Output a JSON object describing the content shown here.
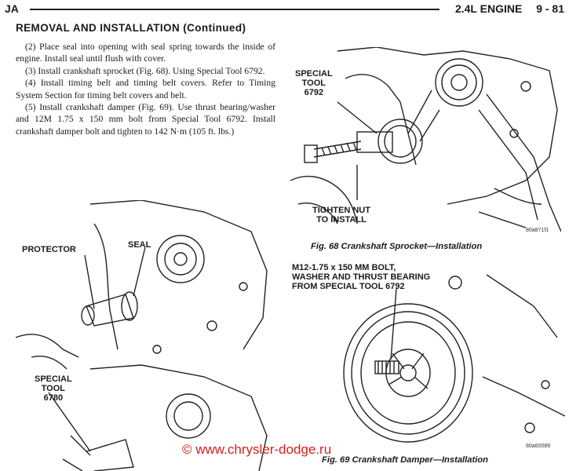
{
  "header": {
    "left": "JA",
    "engine": "2.4L ENGINE",
    "page": "9 - 81"
  },
  "section_title": "REMOVAL AND INSTALLATION (Continued)",
  "steps": [
    "(2) Place seal into opening with seal spring towards the inside of engine. Install seal until flush with cover.",
    "(3) Install crankshaft sprocket (Fig. 68). Using Special Tool 6792.",
    "(4) Install timing belt and timing belt covers. Refer to Timing System Section for timing belt covers and belt.",
    "(5) Install crankshaft damper (Fig. 69). Use thrust bearing/washer and 12M 1.75 x 150 mm bolt from Special Tool 6792. Install crankshaft damper bolt and tighten to 142 N·m (105 ft. lbs.)"
  ],
  "fig68": {
    "caption": "Fig. 68 Crankshaft Sprocket—Installation",
    "label_tool_line1": "SPECIAL",
    "label_tool_line2": "TOOL",
    "label_tool_line3": "6792",
    "label_nut_line1": "TIGHTEN NUT",
    "label_nut_line2": "TO INSTALL",
    "code": "80a871f1"
  },
  "fig69": {
    "caption": "Fig. 69 Crankshaft Damper—Installation",
    "label_line1": "M12-1.75 x 150 MM BOLT,",
    "label_line2": "WASHER AND THRUST BEARING",
    "label_line3": "FROM SPECIAL TOOL 6792",
    "code": "80a60089"
  },
  "fig_seal": {
    "label_protector": "PROTECTOR",
    "label_seal": "SEAL",
    "label_tool_line1": "SPECIAL",
    "label_tool_line2": "TOOL",
    "label_tool_line3": "6780"
  },
  "watermark": "© www.chrysler-dodge.ru"
}
